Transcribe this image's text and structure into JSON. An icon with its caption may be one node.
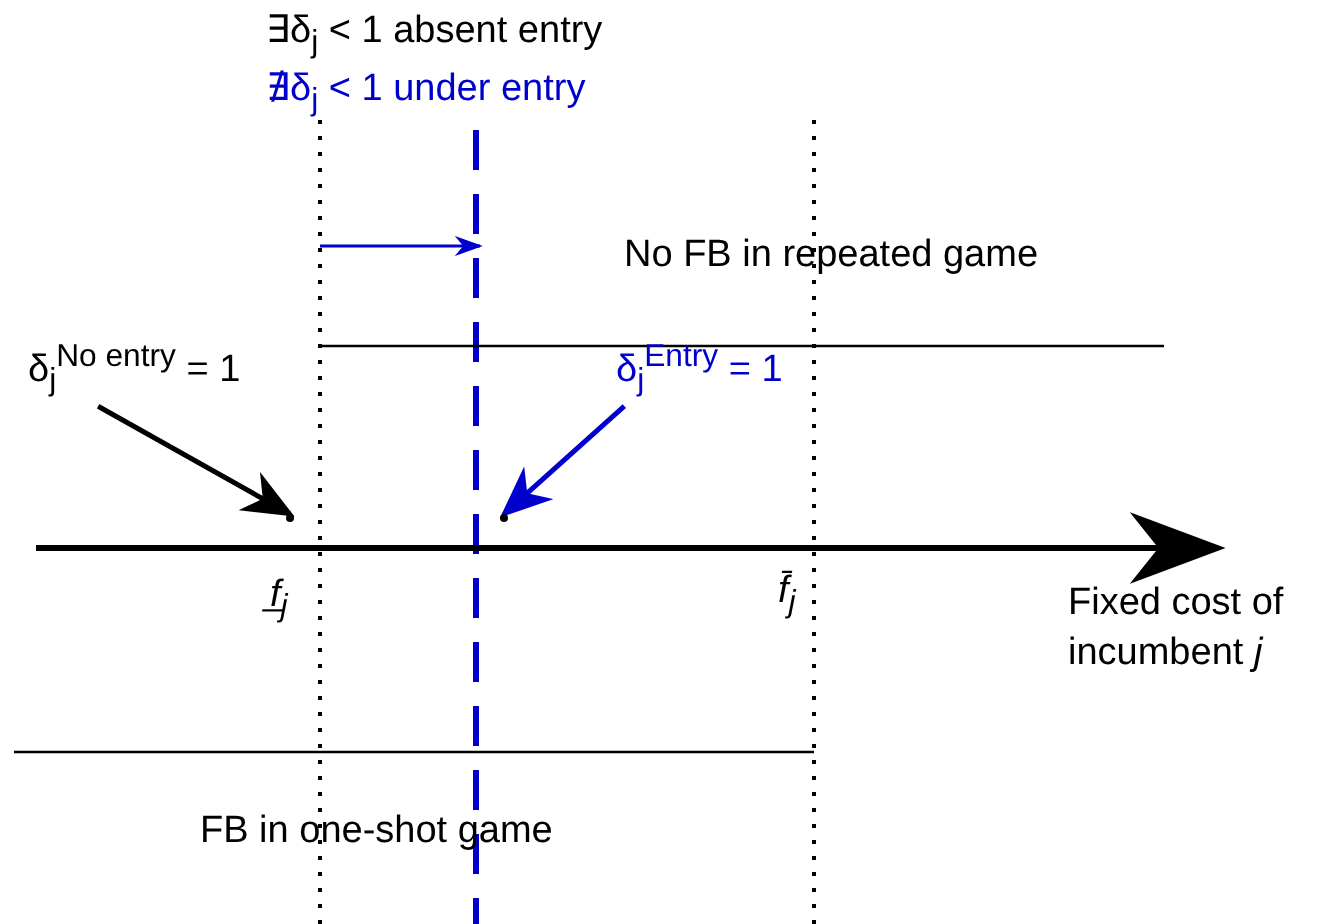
{
  "diagram": {
    "nodes": [
      {
        "text": [
          "δ$_{j}$$^{No entry}$ = 1"
        ]
      },
      {
        "text": [
          "δ$_{j}$$^{Entry}$ = 1"
        ]
      },
      {
        "text": [],
        "shape": "point"
      },
      {
        "text": [],
        "shape": "point"
      }
    ],
    "edges": [
      {
        "from": 0,
        "to": 2,
        "arrow": "to"
      },
      {
        "from": 1,
        "to": 3,
        "arrow": "to",
        "color": "#0000cc"
      }
    ],
    "labels": [
      "∃δ$_{j}$ < 1 absent entry",
      "∄δ$_{j}$ < 1 under entry",
      "No FB in repeated game",
      "f̲$_{j}$",
      "f̄$_{j}$",
      "Fixed cost of incumbent *j*",
      "FB in one-shot game"
    ]
  }
}
